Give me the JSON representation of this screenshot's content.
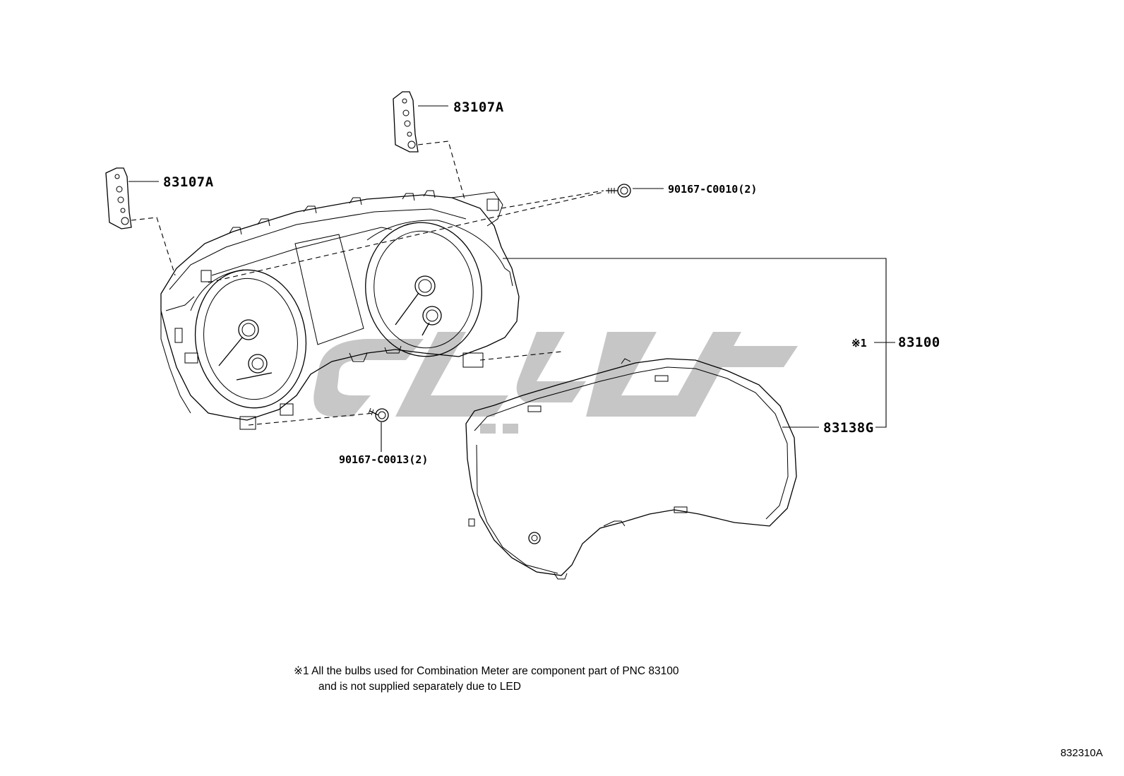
{
  "parts": {
    "bracket_upper": "83107A",
    "bracket_left": "83107A",
    "screw_upper": "90167-C0010(2)",
    "screw_lower": "90167-C0013(2)",
    "assembly": "83100",
    "assembly_mark": "※1",
    "glass": "83138G"
  },
  "note": {
    "mark": "※1",
    "line1": "All the bulbs used for Combination Meter are component part of PNC 83100",
    "line2": "and is not supplied separately due to LED"
  },
  "figure_number": "832310A",
  "watermark_color": "#c4c4c4"
}
